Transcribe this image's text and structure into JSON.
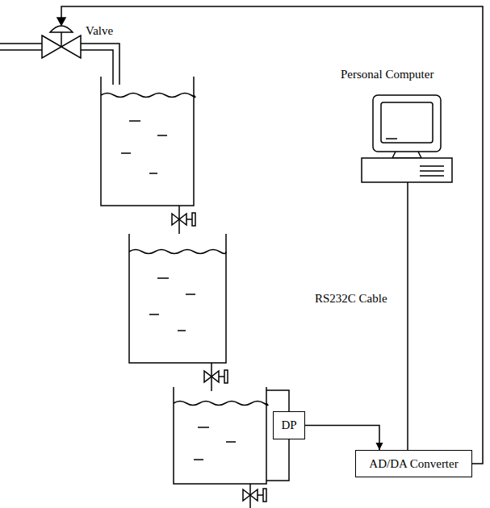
{
  "diagram": {
    "nodes": [
      {
        "text": [
          "DP"
        ]
      },
      {
        "text": [
          "AD/DA Converter"
        ]
      }
    ],
    "edges": [
      {
        "from": 0,
        "to": 1,
        "arrow": "to"
      }
    ],
    "labels": [
      "Valve",
      "Personal Computer",
      "RS232C Cable"
    ]
  }
}
